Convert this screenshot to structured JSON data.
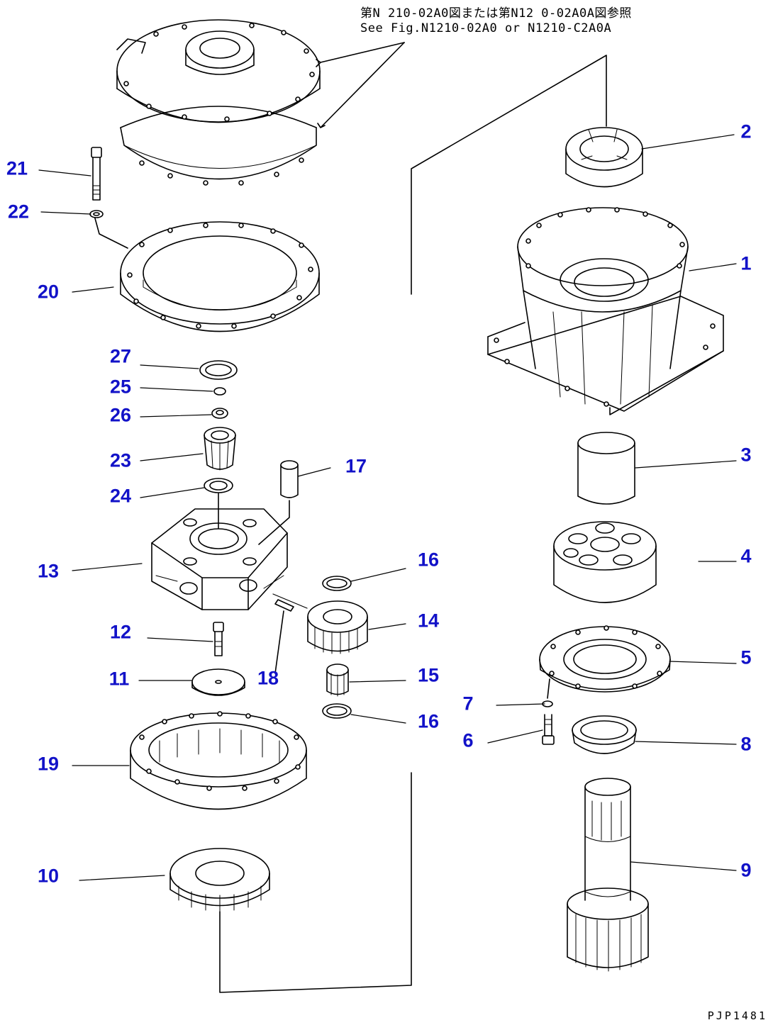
{
  "header": {
    "note_jp": "第N 210-02A0図または第N12 0-02A0A図参照",
    "note_en": "See Fig.N1210-02A0 or N1210-C2A0A"
  },
  "callouts": [
    {
      "id": "1",
      "label": "1"
    },
    {
      "id": "2",
      "label": "2"
    },
    {
      "id": "3",
      "label": "3"
    },
    {
      "id": "4",
      "label": "4"
    },
    {
      "id": "5",
      "label": "5"
    },
    {
      "id": "6",
      "label": "6"
    },
    {
      "id": "7",
      "label": "7"
    },
    {
      "id": "8",
      "label": "8"
    },
    {
      "id": "9",
      "label": "9"
    },
    {
      "id": "10",
      "label": "10"
    },
    {
      "id": "11",
      "label": "11"
    },
    {
      "id": "12",
      "label": "12"
    },
    {
      "id": "13",
      "label": "13"
    },
    {
      "id": "14",
      "label": "14"
    },
    {
      "id": "15",
      "label": "15"
    },
    {
      "id": "16a",
      "label": "16"
    },
    {
      "id": "16b",
      "label": "16"
    },
    {
      "id": "17",
      "label": "17"
    },
    {
      "id": "18",
      "label": "18"
    },
    {
      "id": "19",
      "label": "19"
    },
    {
      "id": "20",
      "label": "20"
    },
    {
      "id": "21",
      "label": "21"
    },
    {
      "id": "22",
      "label": "22"
    },
    {
      "id": "23",
      "label": "23"
    },
    {
      "id": "24",
      "label": "24"
    },
    {
      "id": "25",
      "label": "25"
    },
    {
      "id": "26",
      "label": "26"
    },
    {
      "id": "27",
      "label": "27"
    }
  ],
  "footer": {
    "figure_code": "PJP1481"
  },
  "colors": {
    "callout": "#1212c8",
    "line": "#000000",
    "background": "#ffffff"
  }
}
